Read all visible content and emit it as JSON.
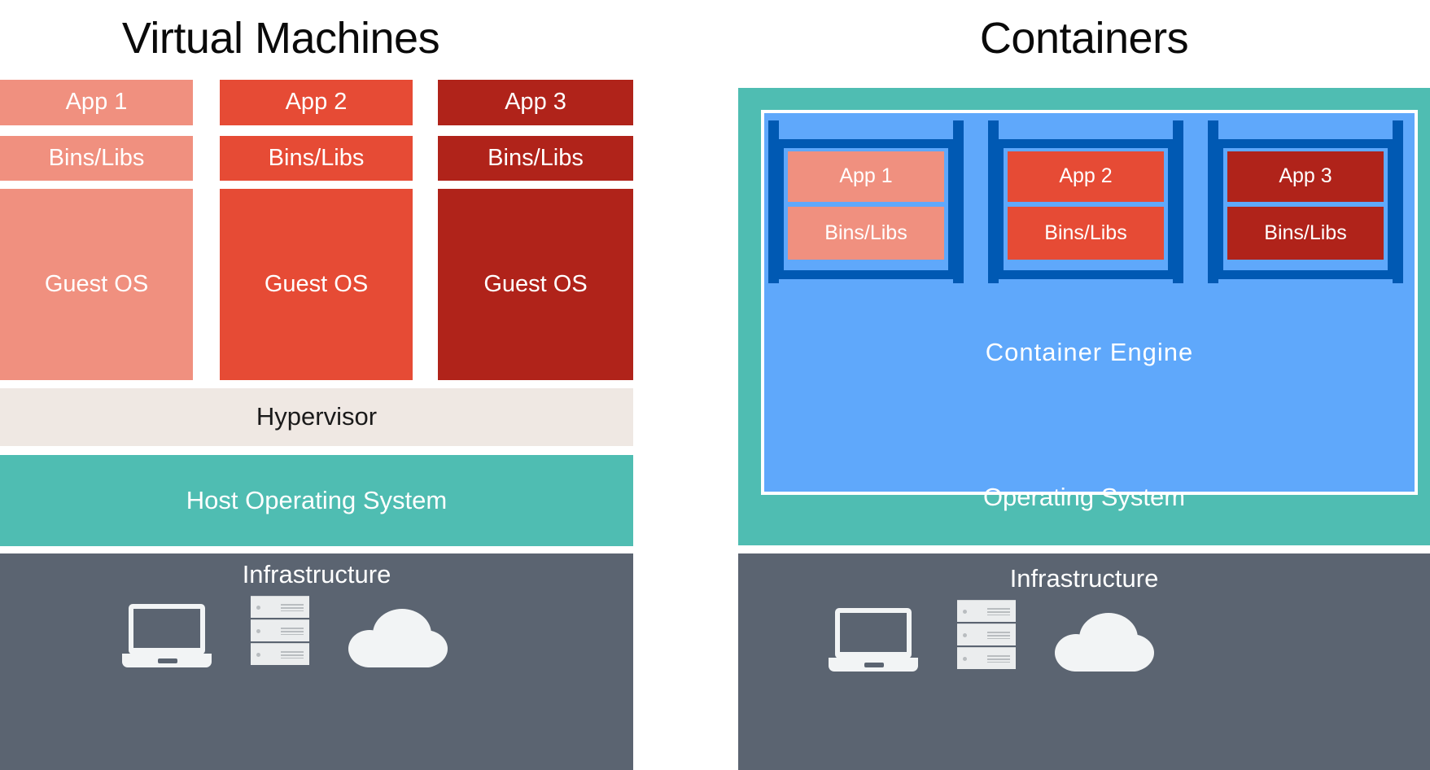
{
  "titles": {
    "left": "Virtual Machines",
    "right": "Containers"
  },
  "colors": {
    "app_light": "#F0907F",
    "app_mid": "#E64B35",
    "app_dark": "#B0231A",
    "hypervisor": "#EFE8E3",
    "os_teal": "#4FBDB2",
    "infrastructure_gray": "#5B6471",
    "container_engine_blue": "#5FA8FB",
    "shelf_blue": "#0059B3"
  },
  "vm": {
    "stacks": [
      {
        "app": "App 1",
        "bins": "Bins/Libs",
        "guest": "Guest OS",
        "shade": "light"
      },
      {
        "app": "App 2",
        "bins": "Bins/Libs",
        "guest": "Guest OS",
        "shade": "mid"
      },
      {
        "app": "App 3",
        "bins": "Bins/Libs",
        "guest": "Guest OS",
        "shade": "dark"
      }
    ],
    "hypervisor": "Hypervisor",
    "host_os": "Host Operating System",
    "infrastructure": "Infrastructure"
  },
  "containers": {
    "shelves": [
      {
        "app": "App 1",
        "bins": "Bins/Libs",
        "shade": "light"
      },
      {
        "app": "App 2",
        "bins": "Bins/Libs",
        "shade": "mid"
      },
      {
        "app": "App 3",
        "bins": "Bins/Libs",
        "shade": "dark"
      }
    ],
    "engine": "Container Engine",
    "os": "Operating System",
    "infrastructure": "Infrastructure"
  },
  "icons": {
    "laptop": "laptop-icon",
    "server": "server-rack-icon",
    "cloud": "cloud-icon"
  }
}
